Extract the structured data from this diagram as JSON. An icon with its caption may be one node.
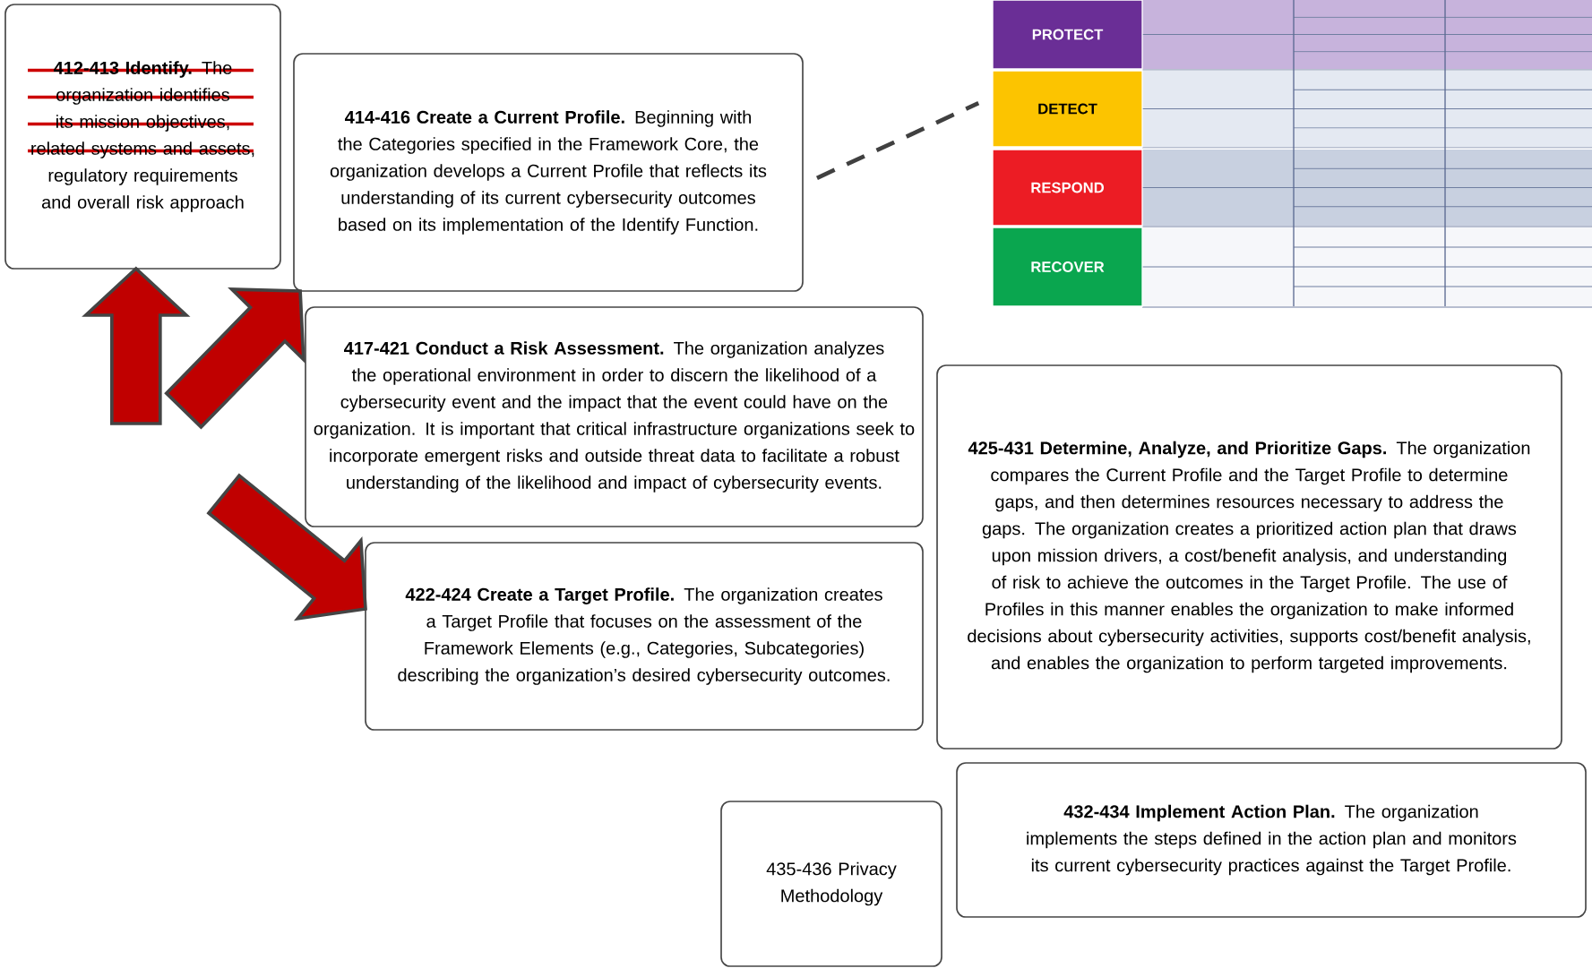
{
  "diagram": {
    "nodes": [
      {
        "text": [
          "**412-413 Identify.** The organization identifies its mission objectives, related systems and assets,",
          "regulatory requirements and overall risk approach"
        ]
      },
      {
        "text": [
          "**414-416 Create a Current Profile.** Beginning with the Categories specified in the Framework Core, the organization develops a Current Profile that reflects its understanding of its current cybersecurity outcomes based on its implementation of the Identify Function."
        ]
      },
      {
        "text": [
          "**417-421 Conduct a Risk Assessment.** The organization analyzes the operational environment in order to discern the likelihood of a cybersecurity event and the impact that the event could have on the organization. It is important that critical infrastructure organizations seek to incorporate emergent risks and outside threat data to facilitate a robust understanding of the likelihood and impact of cybersecurity events."
        ]
      },
      {
        "text": [
          "**422-424 Create a Target Profile.** The organization creates a Target Profile that focuses on the assessment of the Framework Elements (e.g., Categories, Subcategories) describing the organization’s desired cybersecurity outcomes."
        ]
      },
      {
        "text": [
          "**425-431 Determine, Analyze, and Prioritize Gaps.** The organization compares the Current Profile and the Target Profile to determine gaps, and then determines resources necessary to address the gaps. The organization creates a prioritized action plan that draws upon mission drivers, a cost/benefit analysis, and understanding of risk to achieve the outcomes in the Target Profile. The use of Profiles in this manner enables the organization to make informed decisions about cybersecurity activities, supports cost/benefit analysis, and enables the organization to perform targeted improvements."
        ]
      },
      {
        "text": [
          "**432-434 Implement Action Plan.** The organization implements the steps defined in the action plan and monitors its current cybersecurity practices against the Target Profile."
        ]
      },
      {
        "text": [
          "435-436 Privacy Methodology"
        ]
      },
      {
        "text": [
          "PROTECT"
        ]
      },
      {
        "text": [
          "DETECT"
        ]
      },
      {
        "text": [
          "RESPOND"
        ]
      },
      {
        "text": [
          "RECOVER"
        ]
      }
    ],
    "edges": [
      {
        "from": null,
        "to": 0,
        "arrow": "to",
        "style": "thick",
        "color": "#c00000"
      },
      {
        "from": null,
        "to": 1,
        "arrow": "to",
        "style": "thick",
        "color": "#c00000"
      },
      {
        "from": null,
        "to": 3,
        "arrow": "to",
        "style": "thick",
        "color": "#c00000"
      },
      {
        "from": 1,
        "to": 8,
        "arrow": "none",
        "style": "dashed",
        "color": "#404040"
      }
    ]
  }
}
